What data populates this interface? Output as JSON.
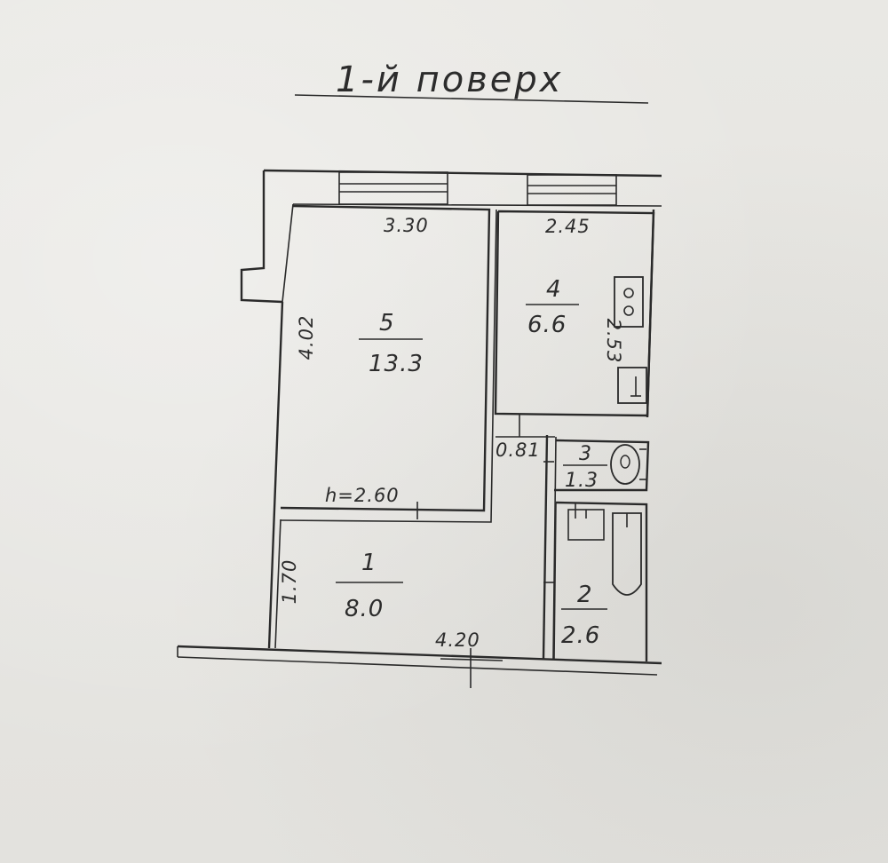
{
  "title": "1-й поверх",
  "rooms": [
    {
      "number": "5",
      "area": "13.3"
    },
    {
      "number": "4",
      "area": "6.6"
    },
    {
      "number": "3",
      "area": "1.3"
    },
    {
      "number": "1",
      "area": "8.0"
    },
    {
      "number": "2",
      "area": "2.6"
    }
  ],
  "dimensions": {
    "room5_width": "3.30",
    "room4_width": "2.45",
    "room5_length": "4.02",
    "room4_length": "2.53",
    "ceiling_height": "h=2.60",
    "corridor_gap": "0.81",
    "hall_length": "1.70",
    "hall_width": "4.20"
  },
  "colors": {
    "paper": "#e6e5e1",
    "ink": "#2a2a2a"
  }
}
